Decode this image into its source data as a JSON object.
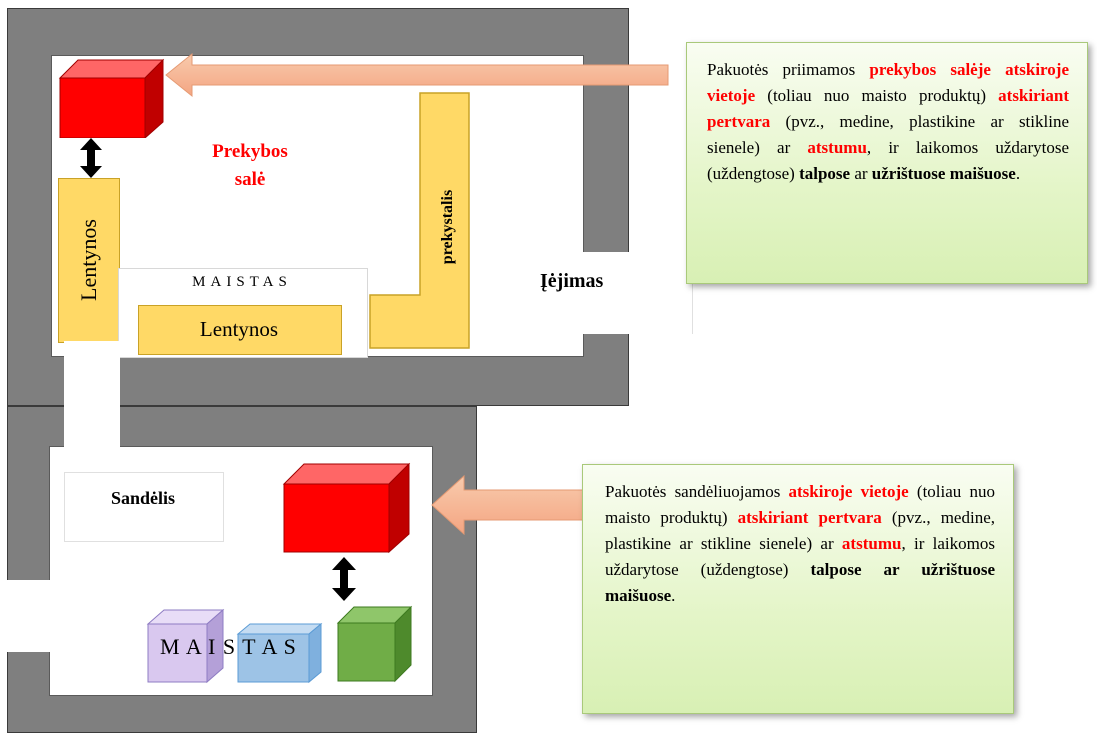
{
  "top_room": {
    "title_line1": "Prekybos",
    "title_line2": "salė",
    "shelf_vertical_label": "Lentynos",
    "food_label": "MAISTAS",
    "shelf_horizontal_label": "Lentynos",
    "counter_label": "prekystalis",
    "entrance_label": "Įėjimas"
  },
  "bottom_room": {
    "storage_label": "Sandėlis",
    "food_label": "M A I S T A S"
  },
  "note_top": {
    "p1": "Pakuotės priimamos ",
    "h1": "prekybos salėje atskiroje vietoje",
    "p2": " (toliau nuo maisto produktų) ",
    "h2": "atskiriant pertvara",
    "p3": " (pvz., medine, plastikine ar stikline sienele) ar ",
    "h3": "atstumu",
    "p4": ", ir laikomos uždarytose (uždengtose) ",
    "b1": "talpose",
    "p5": " ar ",
    "b2": "užrištuose maišuose",
    "p6": "."
  },
  "note_bottom": {
    "p1": "Pakuotės sandėliuojamos ",
    "h1": "atskiroje vietoje",
    "p2": " (toliau nuo maisto produktų) ",
    "h2": "atskiriant pertvara",
    "p3": " (pvz., medine, plastikine ar stikline sienele) ar ",
    "h3": "atstumu",
    "p4": ", ir laikomos uždarytose (uždengtose) ",
    "b1": "talpose ar užrištuose maišuose",
    "p5": "."
  },
  "colors": {
    "wall": "#7f7f7f",
    "shelf": "#ffd966",
    "box_red": "#ff0000",
    "box_purple": "#d9c8ef",
    "box_blue": "#9dc3e6",
    "box_green": "#70ad47",
    "arrow": "#f4b183",
    "highlight": "#ff0000"
  },
  "icons": [
    "red-cube-icon",
    "double-arrow-icon",
    "purple-cube-icon",
    "blue-cube-icon",
    "green-cube-icon",
    "left-arrow-icon"
  ]
}
